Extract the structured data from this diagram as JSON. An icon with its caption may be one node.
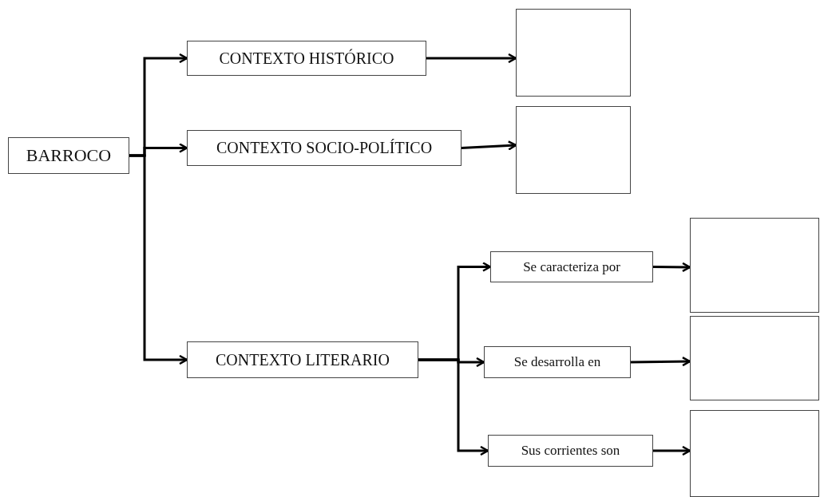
{
  "diagram": {
    "nodes": [
      {
        "text": [
          "BARROCO"
        ]
      },
      {
        "text": [
          "CONTEXTO HISTÓRICO"
        ]
      },
      {
        "text": [
          "CONTEXTO SOCIO-POLÍTICO"
        ]
      },
      {
        "text": [
          "CONTEXTO LITERARIO"
        ]
      },
      {
        "text": [],
        "shape": "box"
      },
      {
        "text": [],
        "shape": "box"
      },
      {
        "text": [
          "Se caracteriza por"
        ]
      },
      {
        "text": [
          "Se desarrolla en"
        ]
      },
      {
        "text": [
          "Sus corrientes son"
        ]
      },
      {
        "text": [],
        "shape": "box"
      },
      {
        "text": [],
        "shape": "box"
      },
      {
        "text": [],
        "shape": "box"
      }
    ],
    "edges": [
      {
        "from": 0,
        "to": 1,
        "arrow": "to"
      },
      {
        "from": 0,
        "to": 2,
        "arrow": "to"
      },
      {
        "from": 0,
        "to": 3,
        "arrow": "to"
      },
      {
        "from": 1,
        "to": 4,
        "arrow": "to"
      },
      {
        "from": 2,
        "to": 5,
        "arrow": "to"
      },
      {
        "from": 3,
        "to": 6,
        "arrow": "to"
      },
      {
        "from": 3,
        "to": 7,
        "arrow": "to"
      },
      {
        "from": 3,
        "to": 8,
        "arrow": "to"
      },
      {
        "from": 6,
        "to": 9,
        "arrow": "to"
      },
      {
        "from": 7,
        "to": 10,
        "arrow": "to"
      },
      {
        "from": 8,
        "to": 11,
        "arrow": "to"
      }
    ]
  }
}
